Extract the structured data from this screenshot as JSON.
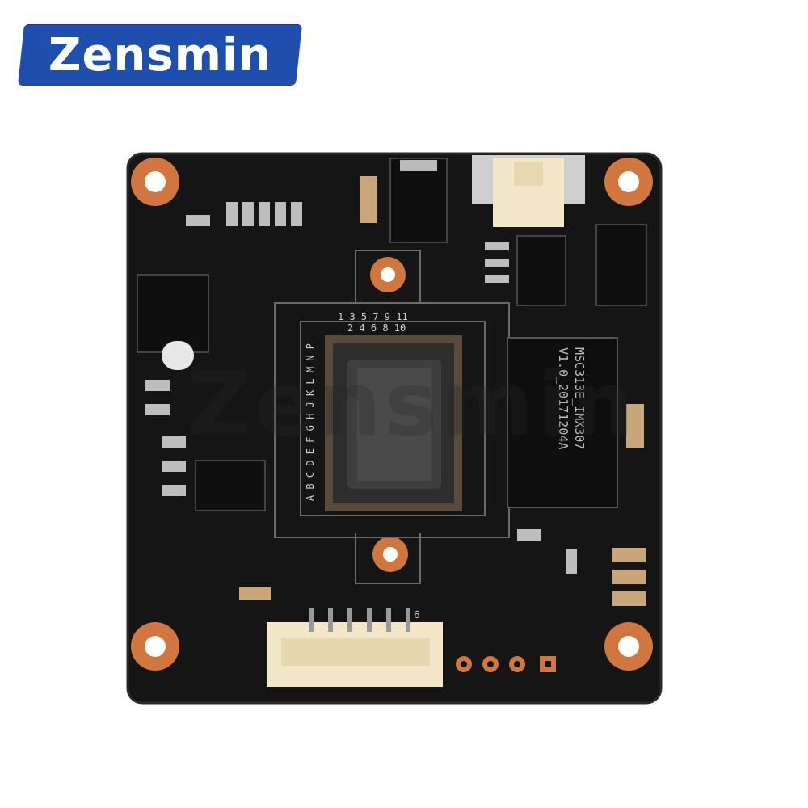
{
  "brand": {
    "name": "Zensmin",
    "badge_color": "#1f4fae"
  },
  "watermark": "Zensmin",
  "board": {
    "chip_label_line1": "MSC313E_IMX307",
    "chip_label_line2": "V1.0_20171204A",
    "sensor_top_numbers_row1": "1 3 5 7 9 11",
    "sensor_top_numbers_row2": "2 4 6 8 10",
    "sensor_side_letters": "A B C D E F G H J K L M N P",
    "connector_pin_label": "6",
    "colors": {
      "pcb": "#141414",
      "pad_copper": "#d47a3e",
      "connector": "#f3e6c9",
      "sensor_glass": "#3e3e3e"
    }
  }
}
